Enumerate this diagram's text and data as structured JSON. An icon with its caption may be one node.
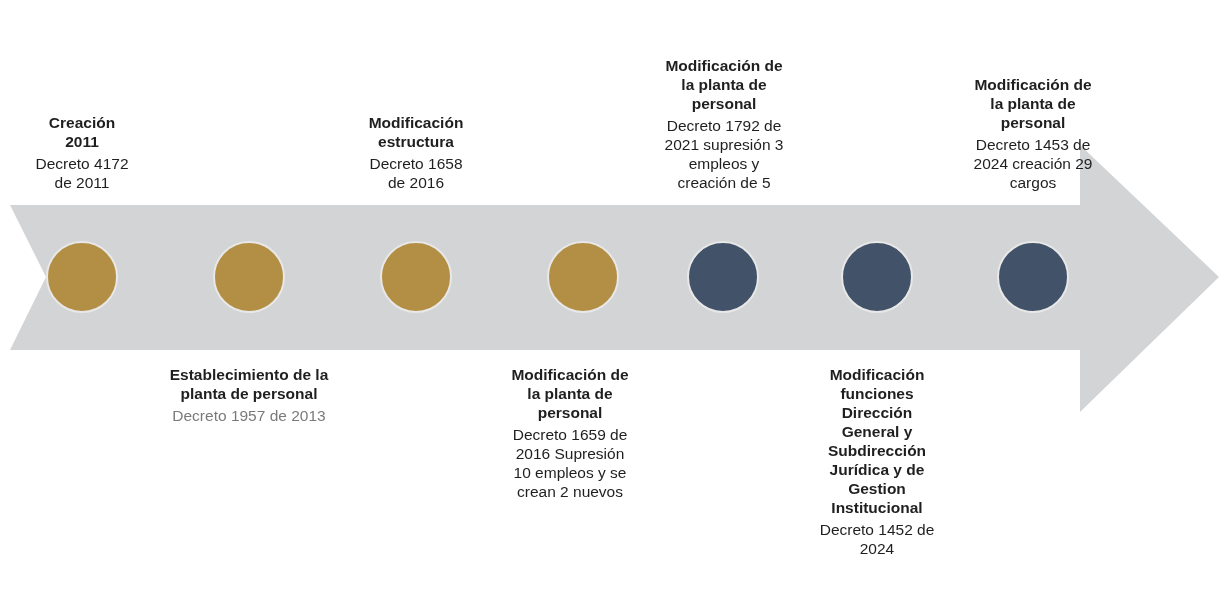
{
  "diagram": {
    "nodes": [
      {
        "text": [],
        "shape": "circle",
        "beside": [
          "Creación 2011",
          "Decreto 4172 de 2011"
        ]
      },
      {
        "text": [],
        "shape": "circle",
        "beside": [
          "Establecimiento de la planta de personal",
          "Decreto 1957 de 2013"
        ]
      },
      {
        "text": [],
        "shape": "circle",
        "beside": [
          "Modificación estructura",
          "Decreto 1658 de 2016"
        ]
      },
      {
        "text": [],
        "shape": "circle",
        "beside": [
          "Modificación de la planta de personal",
          "Decreto 1659 de 2016 Supresión 10 empleos y se crean 2 nuevos"
        ]
      },
      {
        "text": [],
        "shape": "circle",
        "beside": [
          "Modificación de la planta de personal",
          "Decreto 1792 de 2021 supresión 3 empleos y creación de 5"
        ]
      },
      {
        "text": [],
        "shape": "circle",
        "beside": [
          "Modificación funciones Dirección General y Subdirección Jurídica y de Gestion Institucional",
          "Decreto 1452 de 2024"
        ]
      },
      {
        "text": [],
        "shape": "circle",
        "beside": [
          "Modificación de la planta de personal",
          "Decreto 1453 de 2024 creación 29 cargos"
        ]
      }
    ]
  }
}
